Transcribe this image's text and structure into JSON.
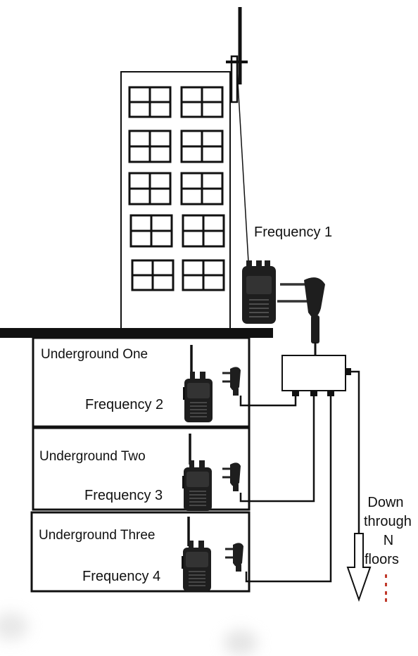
{
  "labels": {
    "frequency_1": "Frequency 1",
    "underground_one": "Underground One",
    "frequency_2": "Frequency 2",
    "underground_two": "Underground Two",
    "frequency_3": "Frequency 3",
    "underground_three": "Underground Three",
    "frequency_4": "Frequency 4",
    "down_line1": "Down",
    "down_line2": "through",
    "down_line3": "N",
    "down_line4": "floors"
  },
  "colors": {
    "line": "#000000",
    "radio_body": "#1e1e1e",
    "radio_highlight": "#4a4a4a",
    "dots": "#c0392b"
  },
  "icons": [
    "antenna-icon",
    "walkie-talkie-icon",
    "earpiece-plug-icon",
    "splitter-box-icon",
    "down-arrow-icon"
  ]
}
